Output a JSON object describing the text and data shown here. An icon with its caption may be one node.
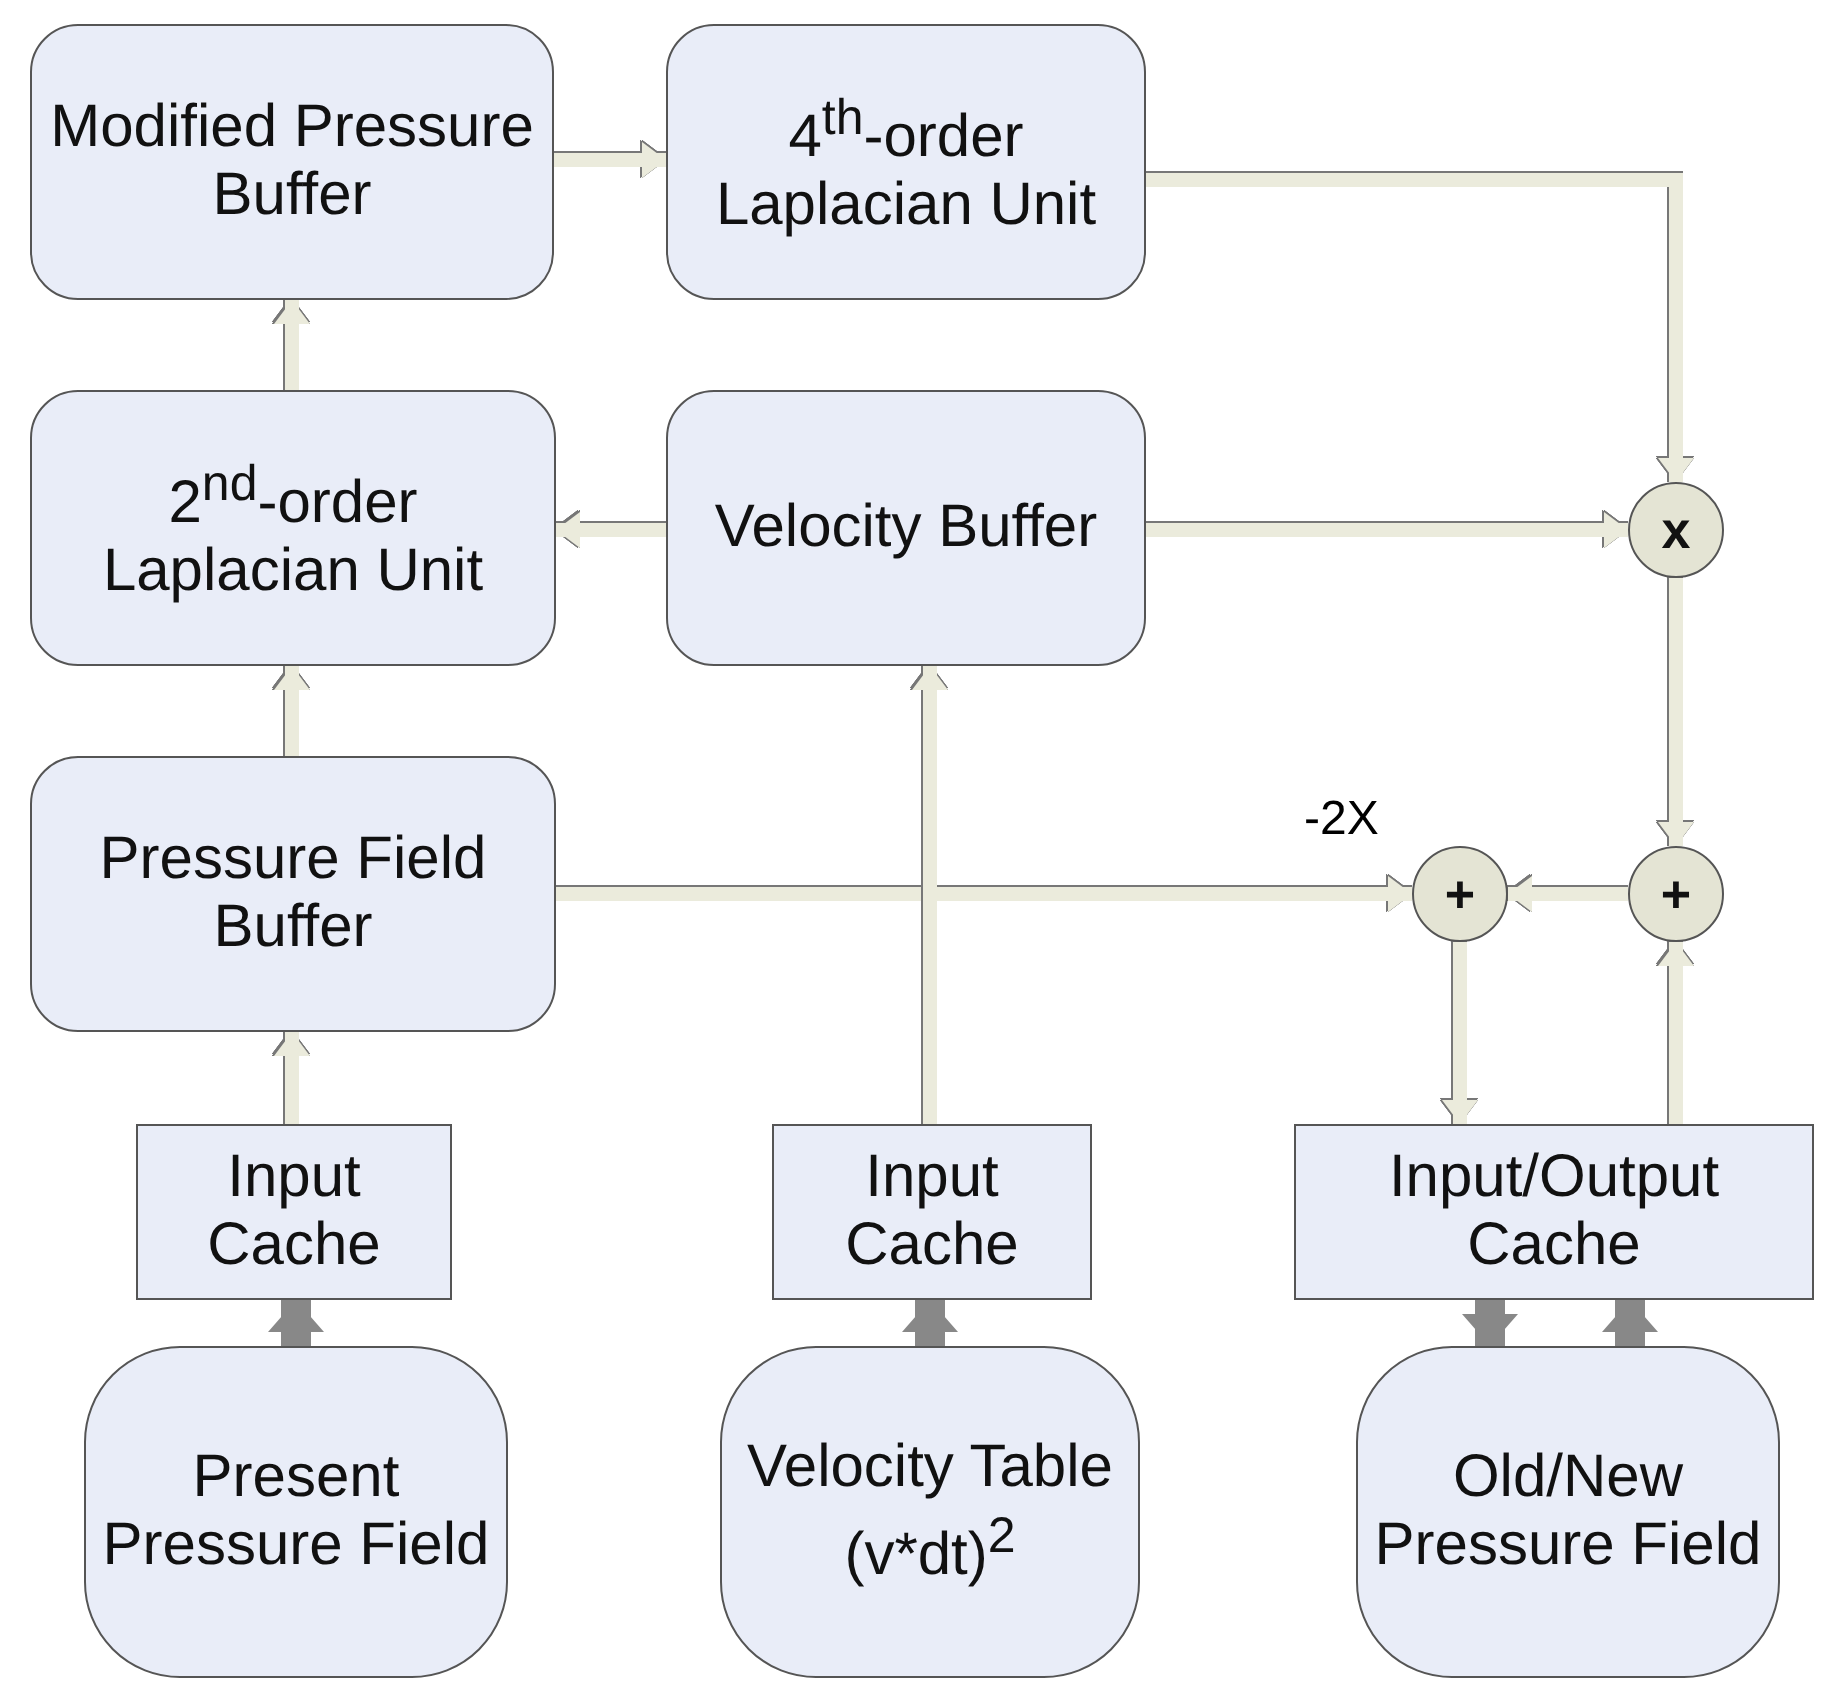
{
  "diagram": {
    "nodes": [
      {
        "text": [
          "Modified Pressure Buffer"
        ]
      },
      {
        "text": [
          "4$^{th}$-order Laplacian Unit"
        ]
      },
      {
        "text": [
          "2$^{nd}$-order Laplacian Unit"
        ]
      },
      {
        "text": [
          "Velocity Buffer"
        ]
      },
      {
        "text": [
          "x"
        ]
      },
      {
        "text": [
          "Pressure Field Buffer"
        ]
      },
      {
        "text": [
          "+"
        ]
      },
      {
        "text": [
          "+"
        ]
      },
      {
        "text": [
          "Input Cache"
        ]
      },
      {
        "text": [
          "Input Cache"
        ]
      },
      {
        "text": [
          "Input/Output Cache"
        ]
      },
      {
        "text": [
          "Present Pressure Field"
        ]
      },
      {
        "text": [
          "Velocity Table (v*dt)$^{2}$"
        ]
      },
      {
        "text": [
          "Old/New Pressure Field"
        ]
      }
    ],
    "edges": [
      {
        "from": 0,
        "to": 1,
        "arrow": "to"
      },
      {
        "from": 1,
        "to": 4,
        "arrow": "to"
      },
      {
        "from": 2,
        "to": 0,
        "arrow": "to"
      },
      {
        "from": 3,
        "to": 2,
        "arrow": "to"
      },
      {
        "from": 3,
        "to": 4,
        "arrow": "to"
      },
      {
        "from": 5,
        "to": 2,
        "arrow": "to"
      },
      {
        "from": 5,
        "to": 6,
        "arrow": "to",
        "label": "-2X"
      },
      {
        "from": 4,
        "to": 7,
        "arrow": "to"
      },
      {
        "from": 7,
        "to": 6,
        "arrow": "to"
      },
      {
        "from": 6,
        "to": 10,
        "arrow": "to"
      },
      {
        "from": 10,
        "to": 7,
        "arrow": "to"
      },
      {
        "from": 8,
        "to": 5,
        "arrow": "to"
      },
      {
        "from": 9,
        "to": 3,
        "arrow": "to"
      },
      {
        "from": 11,
        "to": 8,
        "arrow": "to",
        "style": "thick",
        "color": "#888888"
      },
      {
        "from": 12,
        "to": 9,
        "arrow": "to",
        "style": "thick",
        "color": "#888888"
      },
      {
        "from": 10,
        "to": 13,
        "arrow": "to",
        "style": "thick",
        "color": "#888888"
      },
      {
        "from": 13,
        "to": 10,
        "arrow": "to",
        "style": "thick",
        "color": "#888888"
      }
    ]
  }
}
